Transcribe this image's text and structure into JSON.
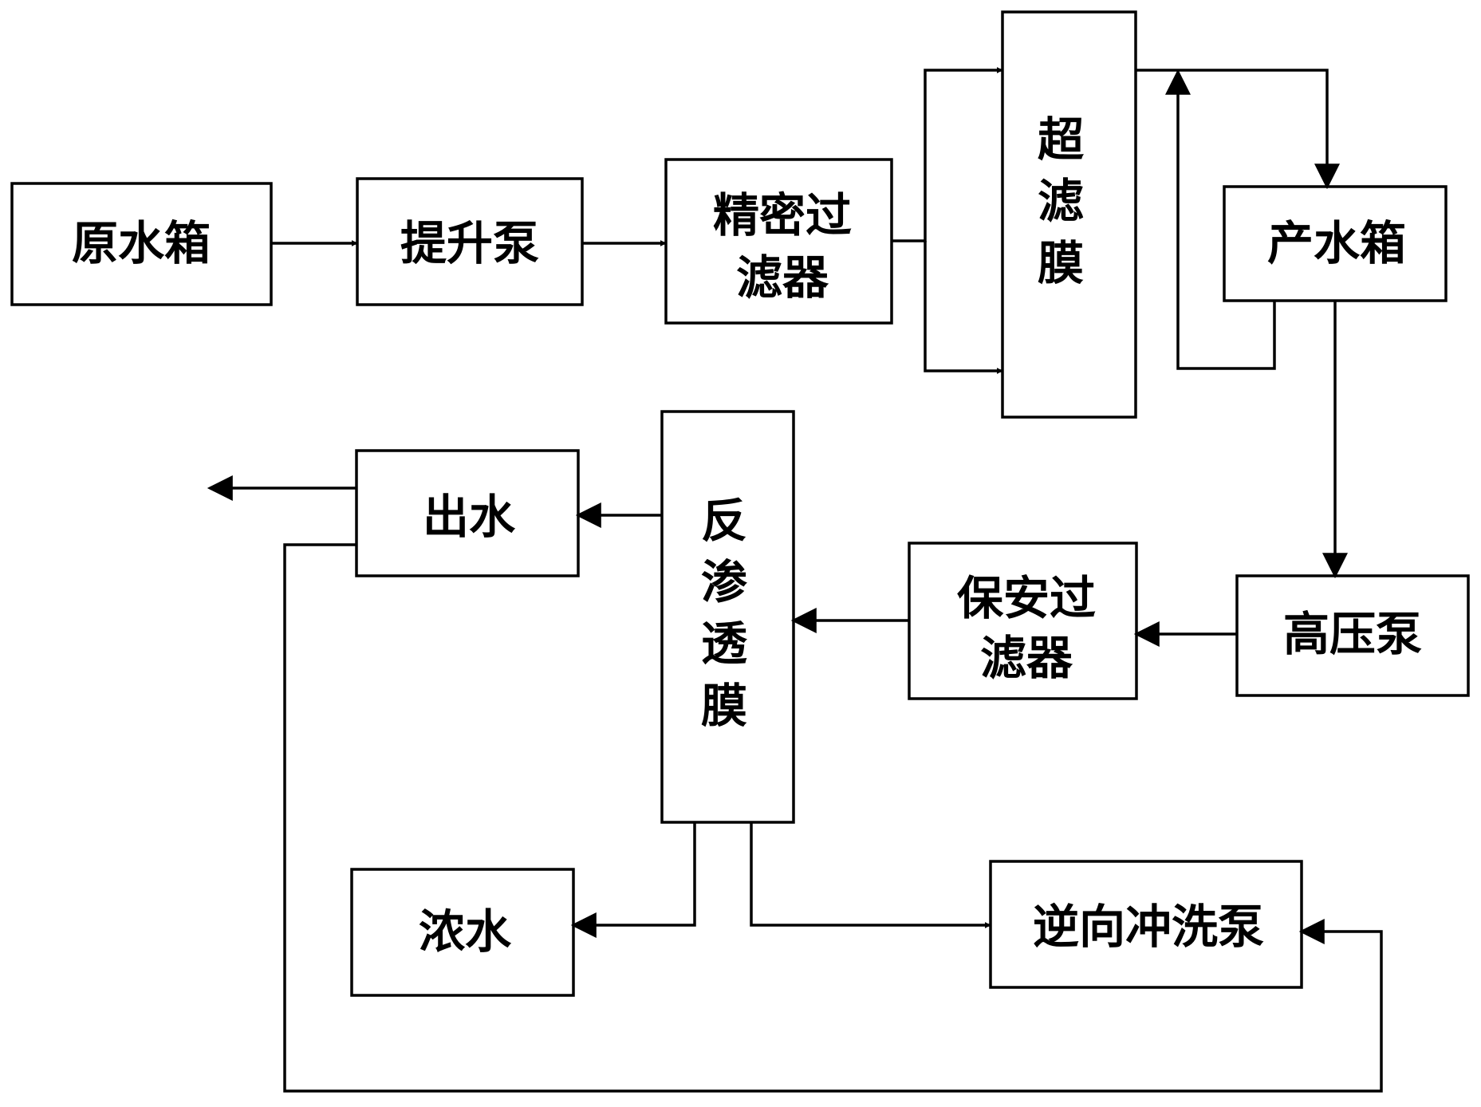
{
  "nodes": {
    "raw_tank": {
      "lines": [
        "原水箱"
      ]
    },
    "lift_pump": {
      "lines": [
        "提升泵"
      ]
    },
    "precision_filter": {
      "lines": [
        "精密过",
        "滤器"
      ]
    },
    "uf_membrane": {
      "lines": [
        "超",
        "滤",
        "膜"
      ]
    },
    "product_tank": {
      "lines": [
        "产水箱"
      ]
    },
    "high_pressure_pump": {
      "lines": [
        "高压泵"
      ]
    },
    "security_filter": {
      "lines": [
        "保安过",
        "滤器"
      ]
    },
    "ro_membrane": {
      "lines": [
        "反",
        "渗",
        "透",
        "膜"
      ]
    },
    "outlet_water": {
      "lines": [
        "出水"
      ]
    },
    "concentrate": {
      "lines": [
        "浓水"
      ]
    },
    "backwash_pump": {
      "lines": [
        "逆向冲洗泵"
      ]
    }
  },
  "colors": {
    "stroke": "#000000",
    "fill": "#ffffff"
  }
}
